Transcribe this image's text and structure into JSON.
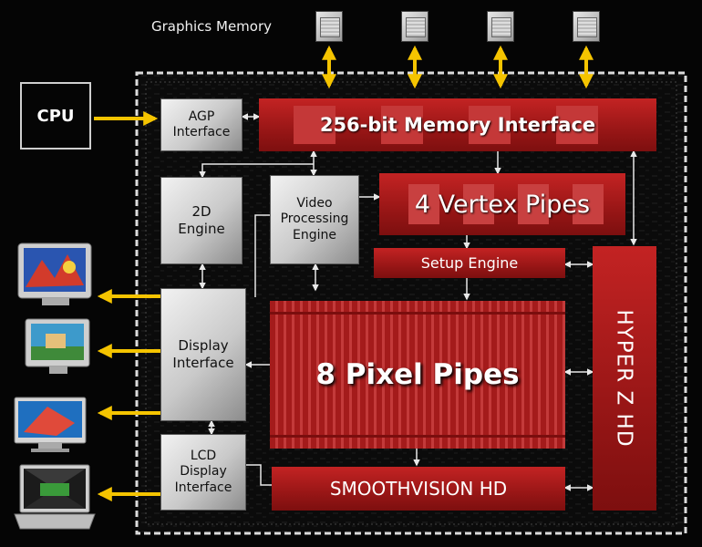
{
  "header": {
    "graphics_memory": "Graphics Memory"
  },
  "blocks": {
    "cpu": "CPU",
    "agp_line1": "AGP",
    "agp_line2": "Interface",
    "memory_interface": "256-bit Memory Interface",
    "engine_2d_line1": "2D",
    "engine_2d_line2": "Engine",
    "video_line1": "Video",
    "video_line2": "Processing",
    "video_line3": "Engine",
    "vertex_pipes": "4 Vertex Pipes",
    "setup_engine": "Setup Engine",
    "display_line1": "Display",
    "display_line2": "Interface",
    "pixel_pipes": "8 Pixel Pipes",
    "hyper_z": "HYPER Z HD",
    "lcd_line1": "LCD",
    "lcd_line2": "Display",
    "lcd_line3": "Interface",
    "smoothvision": "SMOOTHVISION HD"
  },
  "colors": {
    "red_block": "#a81b1b",
    "arrow_yellow": "#f5c400",
    "chip_border": "#dcdcdc",
    "background": "#050505"
  },
  "icons": [
    "memory-chip-icon",
    "crt-monitor-icon",
    "flat-monitor-icon",
    "laptop-icon"
  ]
}
